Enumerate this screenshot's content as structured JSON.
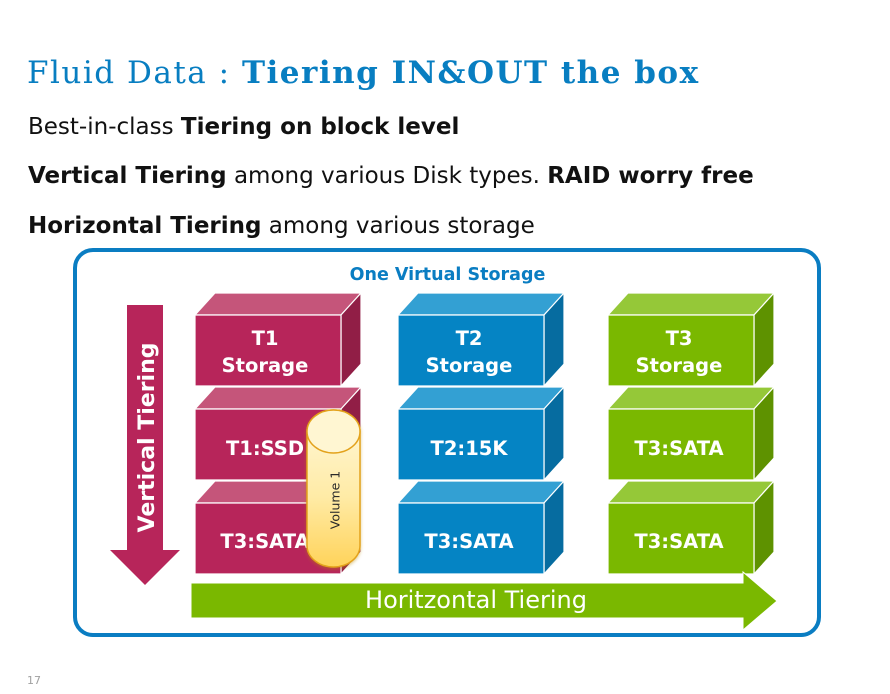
{
  "slide": {
    "title": {
      "light": "Fluid Data : ",
      "bold": "Tiering IN&OUT the box"
    },
    "bullets": [
      {
        "segments": [
          {
            "text": "Best-in-class ",
            "bold": false
          },
          {
            "text": "Tiering on block level",
            "bold": true
          }
        ]
      },
      {
        "segments": [
          {
            "text": "Vertical Tiering",
            "bold": true
          },
          {
            "text": " among various Disk types. ",
            "bold": false
          },
          {
            "text": "RAID worry free",
            "bold": true
          }
        ]
      },
      {
        "segments": [
          {
            "text": "Horizontal Tiering",
            "bold": true
          },
          {
            "text": " among various storage",
            "bold": false
          }
        ]
      }
    ],
    "page_number": "17"
  },
  "diagram": {
    "container_label": "One Virtual Storage",
    "border_color": "#0A7DC2",
    "label_color": "#0A7DC2",
    "vertical_arrow": {
      "label": "Vertical Tiering",
      "direction": "down",
      "color": "#B7255A"
    },
    "horizontal_arrow": {
      "label": "Horitzontal Tiering",
      "direction": "right",
      "color": "#7AB800"
    },
    "volume": {
      "label": "Volume 1",
      "fill_top": "#FFF8DA",
      "fill_mid": "#FFEBA6",
      "fill_bottom": "#FFD35A",
      "cap_fill": "#FFF6D2",
      "outline": "#E3A21A"
    },
    "columns": [
      {
        "tier": "T1",
        "colors": {
          "front": "#B7255A",
          "top": "#C5557A",
          "side": "#911E46"
        },
        "blocks": [
          {
            "lines": [
              "T1",
              "Storage"
            ]
          },
          {
            "lines": [
              "T1:SSD"
            ]
          },
          {
            "lines": [
              "T3:SATA"
            ]
          }
        ]
      },
      {
        "tier": "T2",
        "colors": {
          "front": "#0584C4",
          "top": "#33A0D3",
          "side": "#066CA0"
        },
        "blocks": [
          {
            "lines": [
              "T2",
              "Storage"
            ]
          },
          {
            "lines": [
              "T2:15K"
            ]
          },
          {
            "lines": [
              "T3:SATA"
            ]
          }
        ]
      },
      {
        "tier": "T3",
        "colors": {
          "front": "#7AB800",
          "top": "#95C838",
          "side": "#5E9200"
        },
        "blocks": [
          {
            "lines": [
              "T3",
              "Storage"
            ]
          },
          {
            "lines": [
              "T3:SATA"
            ]
          },
          {
            "lines": [
              "T3:SATA"
            ]
          }
        ]
      }
    ]
  },
  "theme": {
    "title_color": "#087EC1",
    "text_color": "#111111",
    "page_number_color": "#A0A0A0"
  }
}
